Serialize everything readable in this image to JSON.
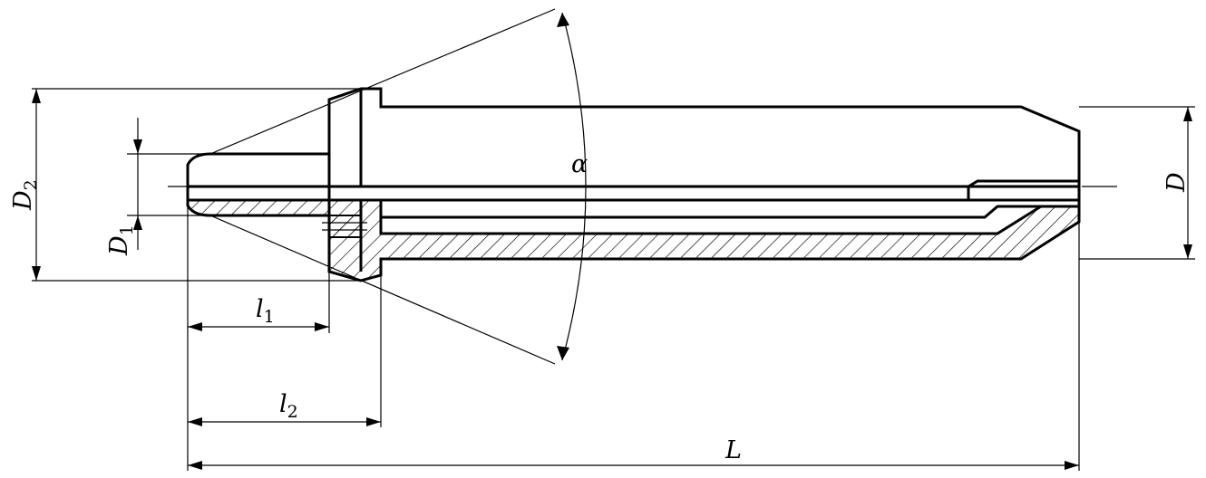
{
  "labels": {
    "length_total": "L",
    "length_1_symbol": "l",
    "length_1_sub": "1",
    "length_2_symbol": "l",
    "length_2_sub": "2",
    "diameter": "D",
    "diameter_1_symbol": "D",
    "diameter_1_sub": "1",
    "diameter_2_symbol": "D",
    "diameter_2_sub": "2",
    "angle": "α"
  }
}
